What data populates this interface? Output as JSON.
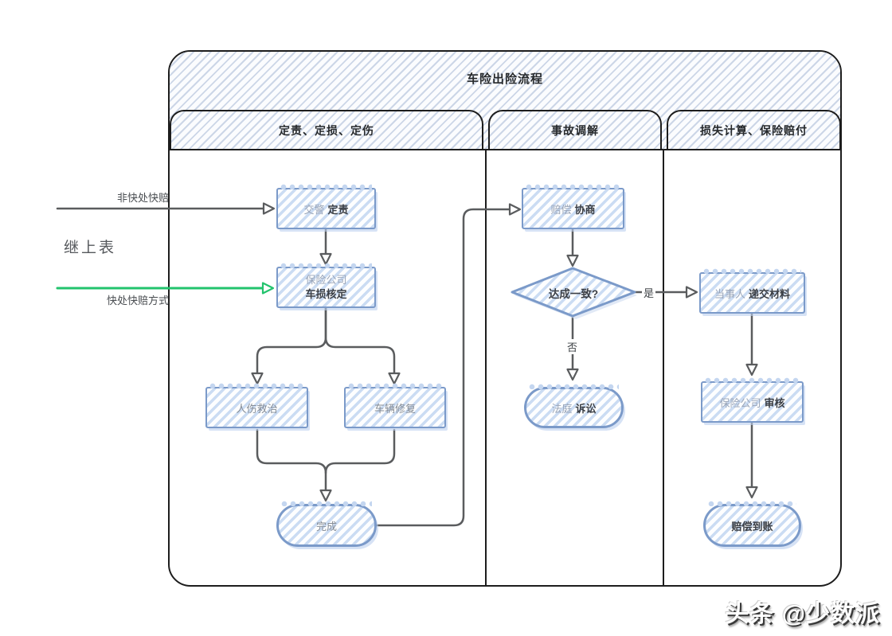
{
  "title": "车险出险流程",
  "lanes": [
    {
      "label": "定责、定损、定伤"
    },
    {
      "label": "事故调解"
    },
    {
      "label": "损失计算、保险赔付"
    }
  ],
  "nodes": {
    "police": {
      "role": "交警",
      "action": "定责"
    },
    "damage_check": {
      "role": "保险公司",
      "action": "车损核定"
    },
    "injury": {
      "label": "人伤救治"
    },
    "repair": {
      "label": "车辆修复"
    },
    "done": {
      "label": "完成"
    },
    "negotiate": {
      "role": "赔偿",
      "action": "协商"
    },
    "agree": {
      "label": "达成一致?"
    },
    "court": {
      "role": "法庭",
      "action": "诉讼"
    },
    "submit": {
      "role": "当事人",
      "action": "递交材料"
    },
    "review": {
      "role": "保险公司",
      "action": "审核"
    },
    "paid": {
      "label": "赔偿到账"
    }
  },
  "edges": {
    "nonfast": "非快处快赔",
    "fast": "快处快赔方式",
    "yes": "是",
    "no": "否"
  },
  "side_note": "继上表",
  "watermark": "头条 @少数派",
  "colors": {
    "frame": "#1d1d1d",
    "node_border": "#7b9ac9",
    "node_stripe": "#cbdcf3",
    "header_stripe": "#ccd6e7",
    "arrow": "#5a5c5e",
    "green_arrow": "#22c36d",
    "role_text": "#9aa5b8",
    "action_text": "#3a3e45"
  }
}
